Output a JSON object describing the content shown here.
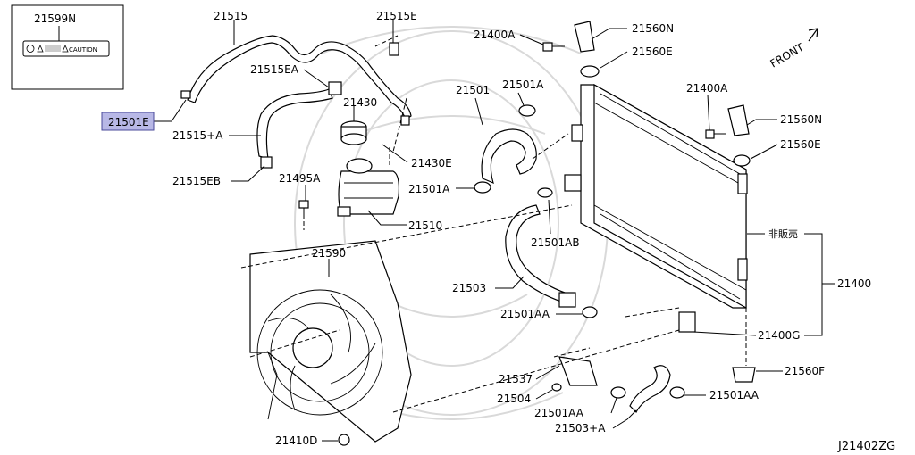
{
  "diagram": {
    "code": "J21402ZG",
    "front_label": "FRONT",
    "caution_label": {
      "part_no": "21599N",
      "text": "CAUTION"
    },
    "callouts": {
      "c21515": "21515",
      "c21515E": "21515E",
      "c21515EA": "21515EA",
      "c21430": "21430",
      "c21501E": "21501E",
      "c21515A": "21515+A",
      "c21430E": "21430E",
      "c21515EB": "21515EB",
      "c21495A": "21495A",
      "c21510": "21510",
      "c21590": "21590",
      "c21410D": "21410D",
      "c21400A_top": "21400A",
      "c21560N_top": "21560N",
      "c21560E_top": "21560E",
      "c21501": "21501",
      "c21501A_top": "21501A",
      "c21501A_mid": "21501A",
      "c21501AB": "21501AB",
      "c21503": "21503",
      "c21501AA_mid": "21501AA",
      "c21537": "21537",
      "c21504": "21504",
      "c21501AA_bot": "21501AA",
      "c21503A": "21503+A",
      "c21501AA_right": "21501AA",
      "c21400A_right": "21400A",
      "c21560N_right": "21560N",
      "c21560E_right": "21560E",
      "c_nonsale": "非販売",
      "c21400": "21400",
      "c21400G": "21400G",
      "c21560F": "21560F"
    },
    "highlighted": "c21501E"
  }
}
